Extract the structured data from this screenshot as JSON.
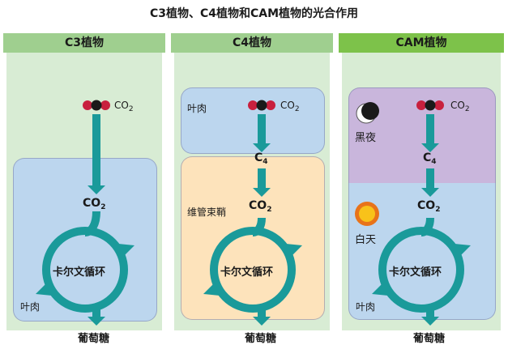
{
  "title": "C3植物、C4植物和CAM植物的光合作用",
  "colors": {
    "teal": "#1a9a9a",
    "header_green": "#9fcf8f",
    "header_green_bright": "#7dc24a",
    "panel_bg": "#d8ecd4",
    "blue_box": "#bcd6ee",
    "orange_box": "#fde3bb",
    "purple_box": "#c9b6dc",
    "co2_red": "#c8203e",
    "carbon_black": "#1a1a1a"
  },
  "panels": [
    {
      "header": "C3植物",
      "co2_label": "CO",
      "co2_sub": "2",
      "inner_co2": "CO",
      "inner_co2_sub": "2",
      "cycle_label": "卡尔文循环",
      "region_label": "叶肉",
      "output": "葡萄糖"
    },
    {
      "header": "C4植物",
      "co2_label": "CO",
      "co2_sub": "2",
      "top_region_label": "叶肉",
      "c4_label": "C",
      "c4_sub": "4",
      "inner_co2": "CO",
      "inner_co2_sub": "2",
      "region_label": "维管束鞘",
      "cycle_label": "卡尔文循环",
      "output": "葡萄糖"
    },
    {
      "header": "CAM植物",
      "co2_label": "CO",
      "co2_sub": "2",
      "night_label": "黑夜",
      "c4_label": "C",
      "c4_sub": "4",
      "inner_co2": "CO",
      "inner_co2_sub": "2",
      "day_label": "白天",
      "cycle_label": "卡尔文循环",
      "region_label": "叶肉",
      "output": "葡萄糖",
      "night_icon": "moon-icon",
      "day_icon": "sun-icon"
    }
  ]
}
